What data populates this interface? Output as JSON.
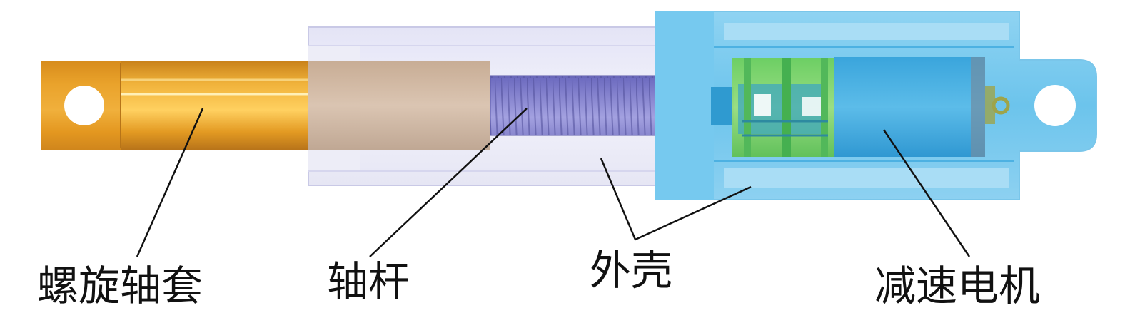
{
  "labels": {
    "sleeve": "螺旋轴套",
    "shaft": "轴杆",
    "shell": "外壳",
    "motor": "减速电机"
  },
  "colors": {
    "sleeve": "#e8a22a",
    "screw": "#8a88d0",
    "shell": "#5bbbe8",
    "gear": "#3fb86a",
    "leader": "#111111"
  }
}
